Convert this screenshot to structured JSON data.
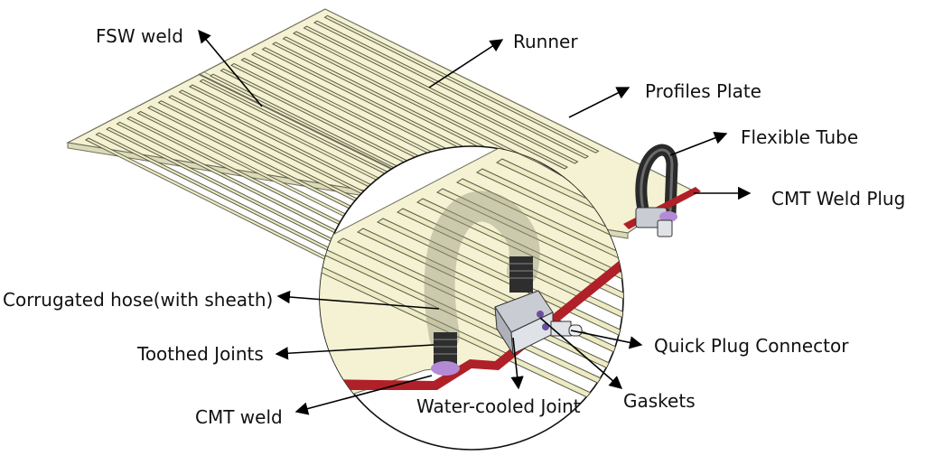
{
  "labels": {
    "fsw_weld": "FSW weld",
    "runner": "Runner",
    "profiles_plate": "Profiles Plate",
    "flexible_tube": "Flexible Tube",
    "cmt_weld_plug": "CMT Weld Plug",
    "corrugated_hose": "Corrugated hose(with sheath)",
    "toothed_joints": "Toothed Joints",
    "cmt_weld": "CMT weld",
    "quick_plug_connector": "Quick Plug Connector",
    "water_cooled_joint": "Water-cooled Joint",
    "gaskets": "Gaskets"
  },
  "colors": {
    "plate_fill": "#f4f2d2",
    "plate_edge": "#6e6e5a",
    "runner_fill": "#ecebc4",
    "weld_seam": "#b02028",
    "hose": "#2a2a2a",
    "connector": "#c9ccd2",
    "gasket": "#b48ad6",
    "arrow": "#000000"
  }
}
